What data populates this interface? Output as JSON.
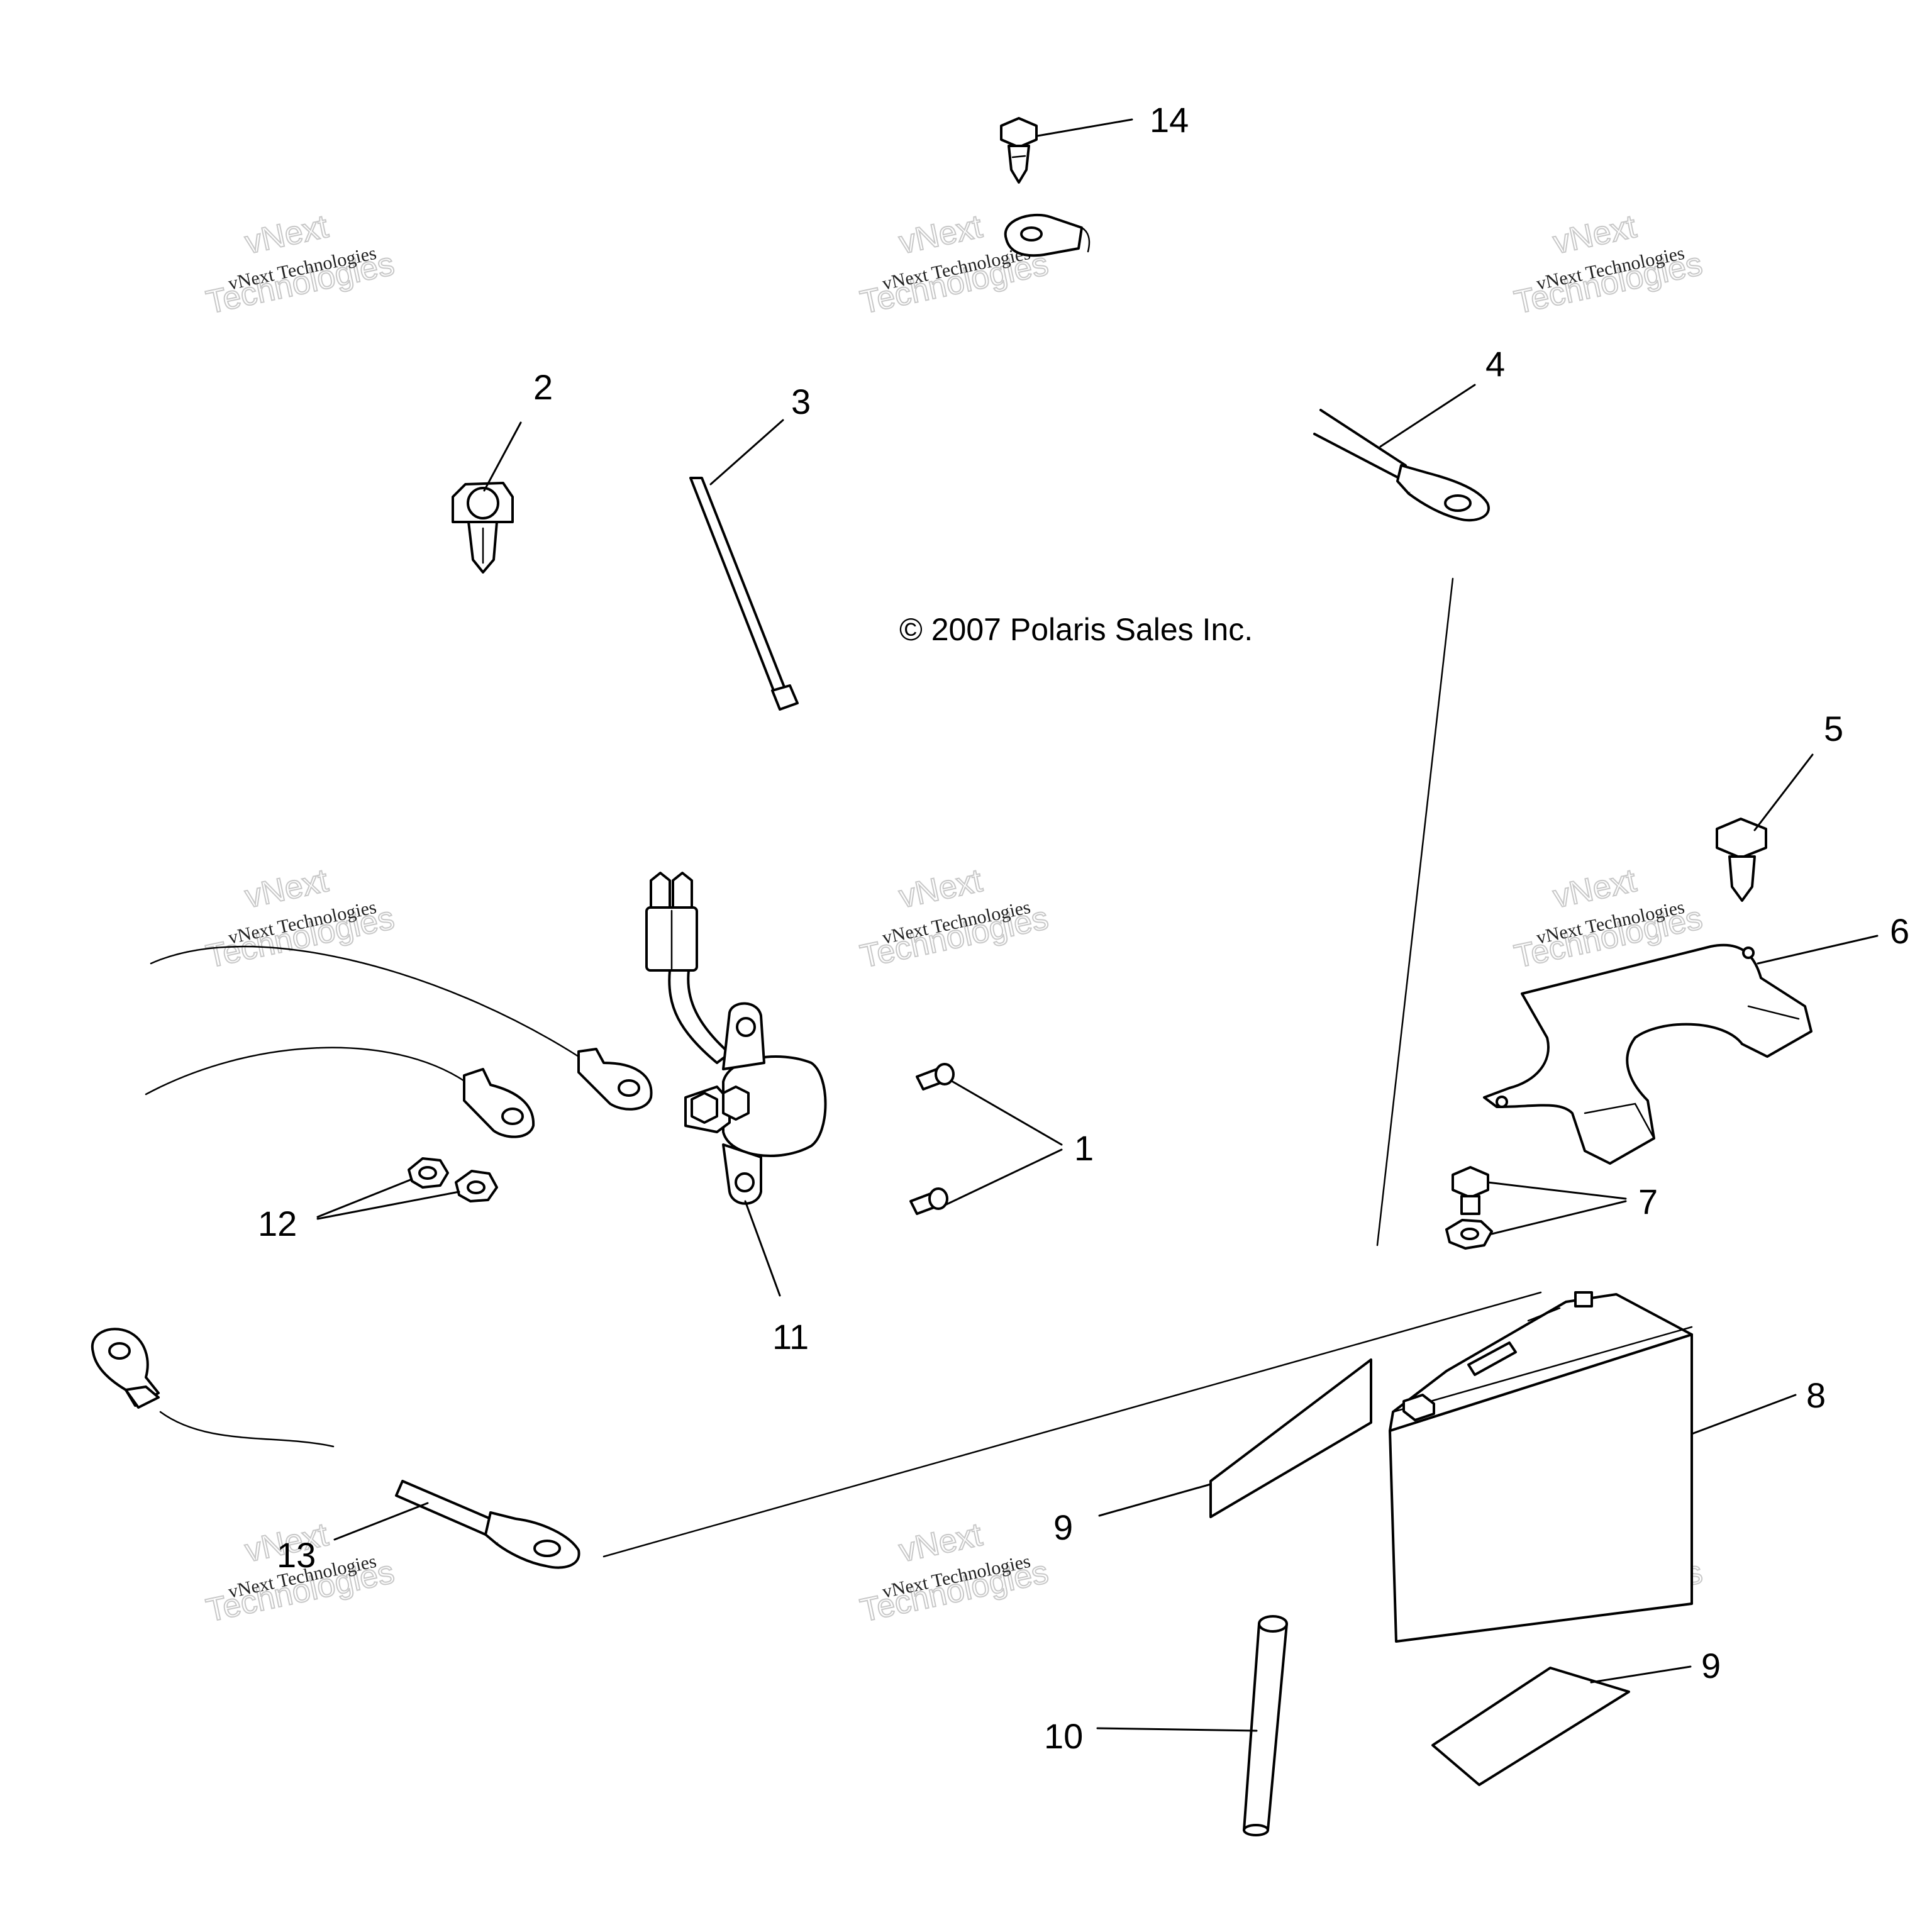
{
  "copyright": "© 2007 Polaris Sales Inc.",
  "watermark": {
    "line_small": "vNext Technologies",
    "line_big_1": "vNext",
    "line_big_2": "Technologies"
  },
  "callouts": {
    "c1": "1",
    "c2": "2",
    "c3": "3",
    "c4": "4",
    "c5": "5",
    "c6": "6",
    "c7": "7",
    "c8": "8",
    "c9a": "9",
    "c9b": "9",
    "c10": "10",
    "c11": "11",
    "c12": "12",
    "c13": "13",
    "c14": "14"
  }
}
